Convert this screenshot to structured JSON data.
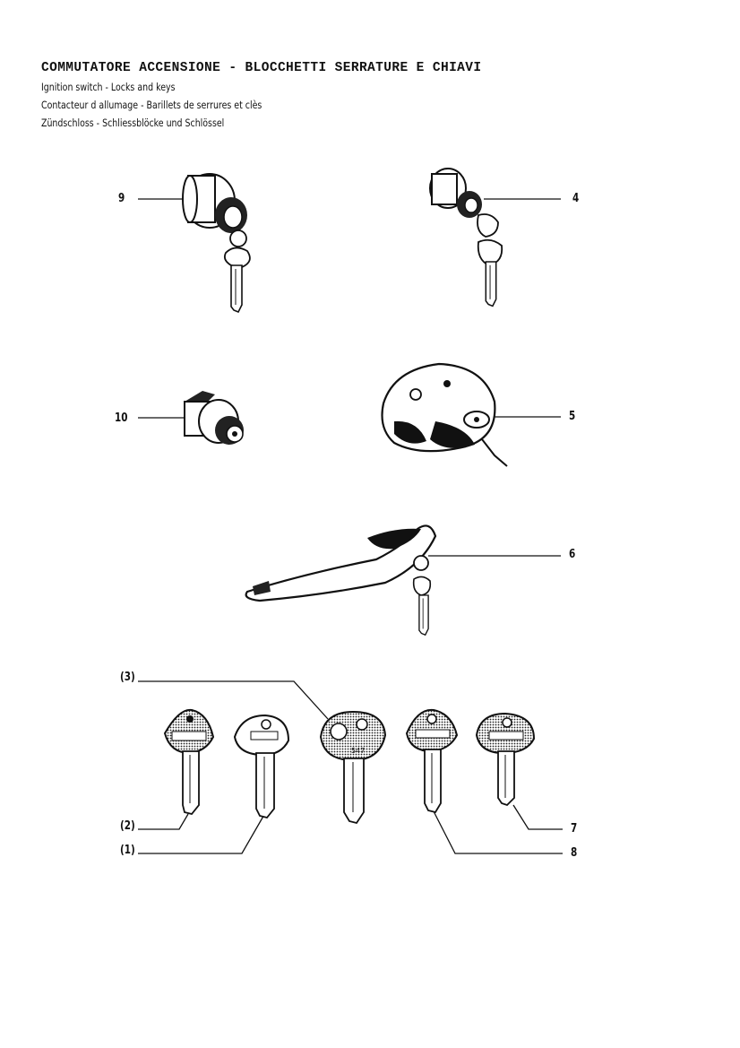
{
  "header": {
    "title": "COMMUTATORE ACCENSIONE - BLOCCHETTI SERRATURE E CHIAVI",
    "subtitle_en": "Ignition switch - Locks and keys",
    "subtitle_fr": "Contacteur d allumage - Barillets de serrures et clès",
    "subtitle_de": "Zündschloss - Schliessblöcke und Schlössel"
  },
  "callouts": {
    "c9": "9",
    "c4": "4",
    "c10": "10",
    "c5": "5",
    "c6": "6",
    "c3": "(3)",
    "c2": "(2)",
    "c1": "(1)",
    "c7": "7",
    "c8": "8"
  },
  "key_marks": {
    "k3_code": "547"
  },
  "colors": {
    "ink": "#111111",
    "paper": "#ffffff"
  }
}
